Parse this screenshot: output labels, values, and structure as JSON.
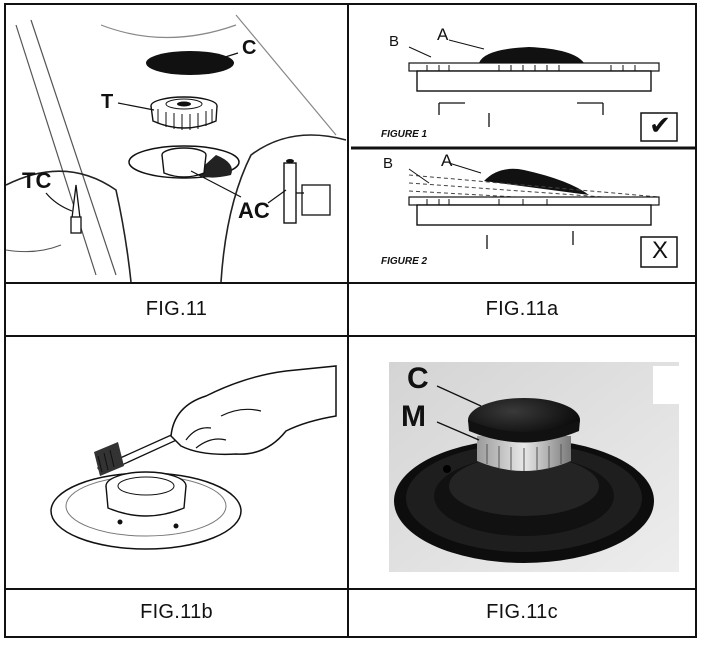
{
  "panels": {
    "fig11": {
      "caption": "FIG.11",
      "labels": {
        "c": "C",
        "t": "T",
        "tc": "TC",
        "ac": "AC"
      }
    },
    "fig11a": {
      "caption": "FIG.11a",
      "figure1": {
        "title": "FIGURE 1",
        "label_a": "A",
        "label_b": "B",
        "mark": "✔"
      },
      "figure2": {
        "title": "FIGURE 2",
        "label_a": "A",
        "label_b": "B",
        "mark": "X"
      }
    },
    "fig11b": {
      "caption": "FIG.11b"
    },
    "fig11c": {
      "caption": "FIG.11c",
      "labels": {
        "c": "C",
        "m": "M"
      }
    }
  }
}
